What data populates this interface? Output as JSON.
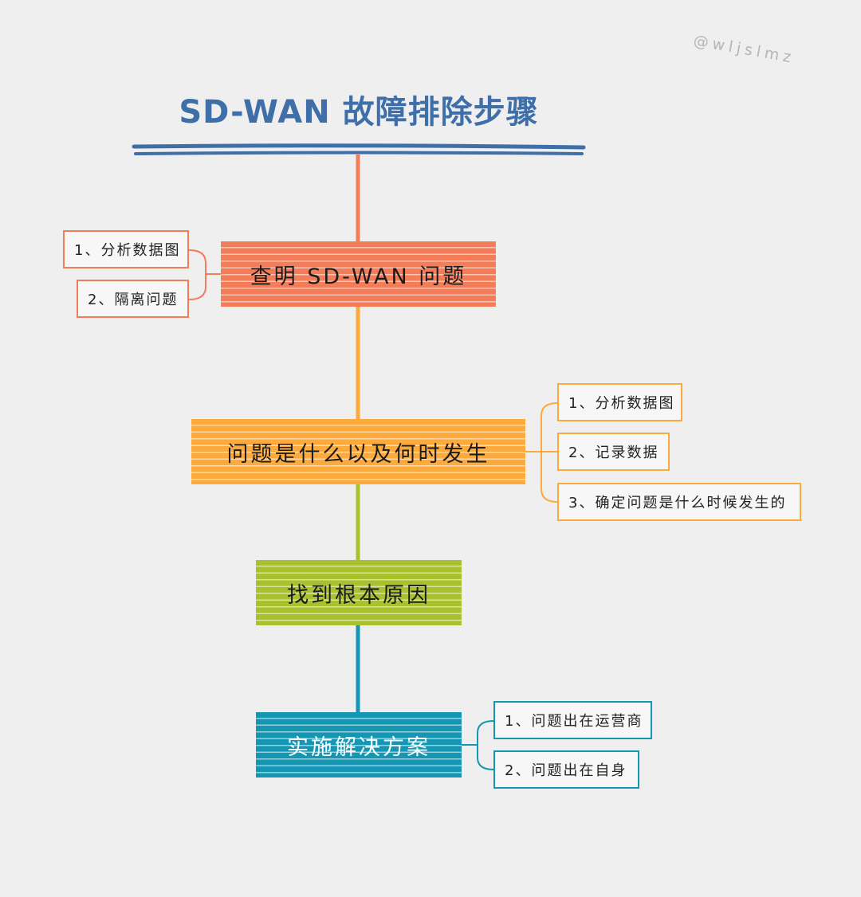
{
  "watermark": "@wljslmz",
  "title": "SD-WAN 故障排除步骤",
  "colors": {
    "title": "#3f6fa8",
    "step1": "#f47d59",
    "step2": "#fcaa3b",
    "step3": "#a9c12c",
    "step4": "#1597b4"
  },
  "steps": [
    {
      "label": "查明 SD-WAN 问题",
      "details": [
        "1、分析数据图",
        "2、隔离问题"
      ]
    },
    {
      "label": "问题是什么以及何时发生",
      "details": [
        "1、分析数据图",
        "2、记录数据",
        "3、确定问题是什么时候发生的"
      ]
    },
    {
      "label": "找到根本原因",
      "details": []
    },
    {
      "label": "实施解决方案",
      "details": [
        "1、问题出在运营商",
        "2、问题出在自身"
      ]
    }
  ]
}
